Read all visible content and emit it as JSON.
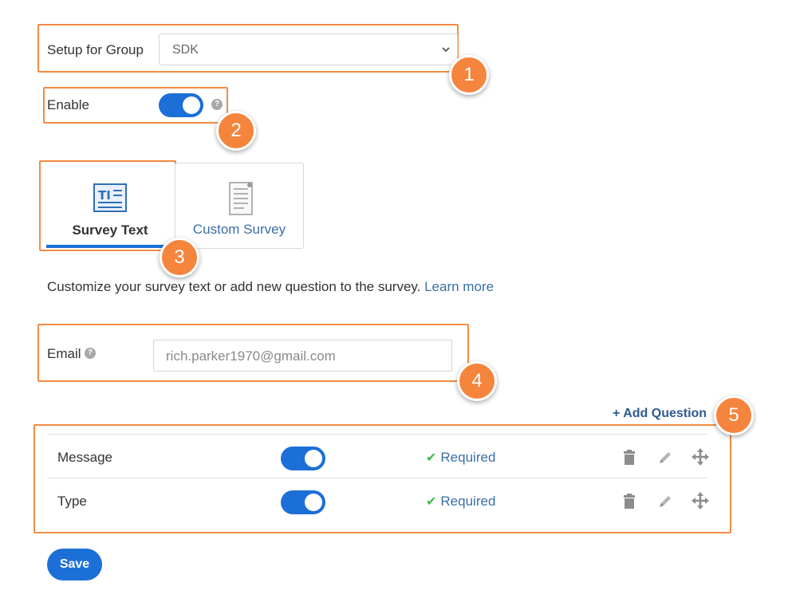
{
  "group_setup": {
    "label": "Setup for Group",
    "selected_value": "SDK"
  },
  "enable": {
    "label": "Enable",
    "on": true
  },
  "tabs": [
    {
      "label": "Survey Text",
      "active": true,
      "icon": "text-format-icon"
    },
    {
      "label": "Custom Survey",
      "active": false,
      "icon": "document-icon"
    }
  ],
  "description": {
    "text": "Customize your survey text or add new question to the survey.",
    "link_label": "Learn more"
  },
  "email": {
    "label": "Email",
    "placeholder": "rich.parker1970@gmail.com"
  },
  "add_question_label": "+ Add Question",
  "questions": [
    {
      "label": "Message",
      "enabled": true,
      "required_label": "Required"
    },
    {
      "label": "Type",
      "enabled": true,
      "required_label": "Required"
    }
  ],
  "save_label": "Save",
  "callouts": [
    "1",
    "2",
    "3",
    "4",
    "5"
  ],
  "colors": {
    "accent": "#1c6fd6",
    "highlight": "#f28b44",
    "callout": "#f5843c",
    "link": "#3a6ea5",
    "check": "#3fb950"
  }
}
